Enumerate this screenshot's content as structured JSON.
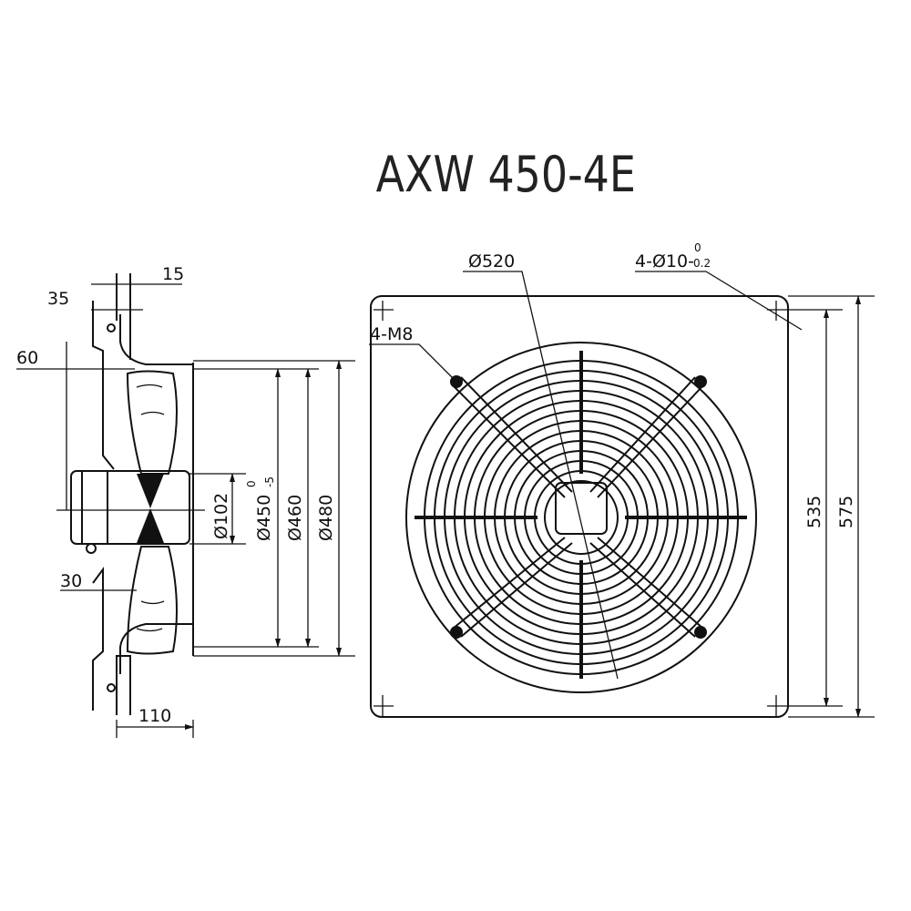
{
  "title": "AXW 450-4E",
  "side_view": {
    "dim_15": "15",
    "dim_35": "35",
    "dim_60": "60",
    "dim_30": "30",
    "dim_110": "110",
    "dia_102": "Ø102",
    "dia_450": "Ø450",
    "dia_450_tol_upper": "0",
    "dia_450_tol_lower": "-5",
    "dia_460": "Ø460",
    "dia_480": "Ø480"
  },
  "front_view": {
    "dia_520": "Ø520",
    "holes": "4-Ø10-",
    "holes_tol_upper": "0",
    "holes_tol_lower": "0.2",
    "bolts": "4-M8",
    "dim_535": "535",
    "dim_575": "575"
  }
}
